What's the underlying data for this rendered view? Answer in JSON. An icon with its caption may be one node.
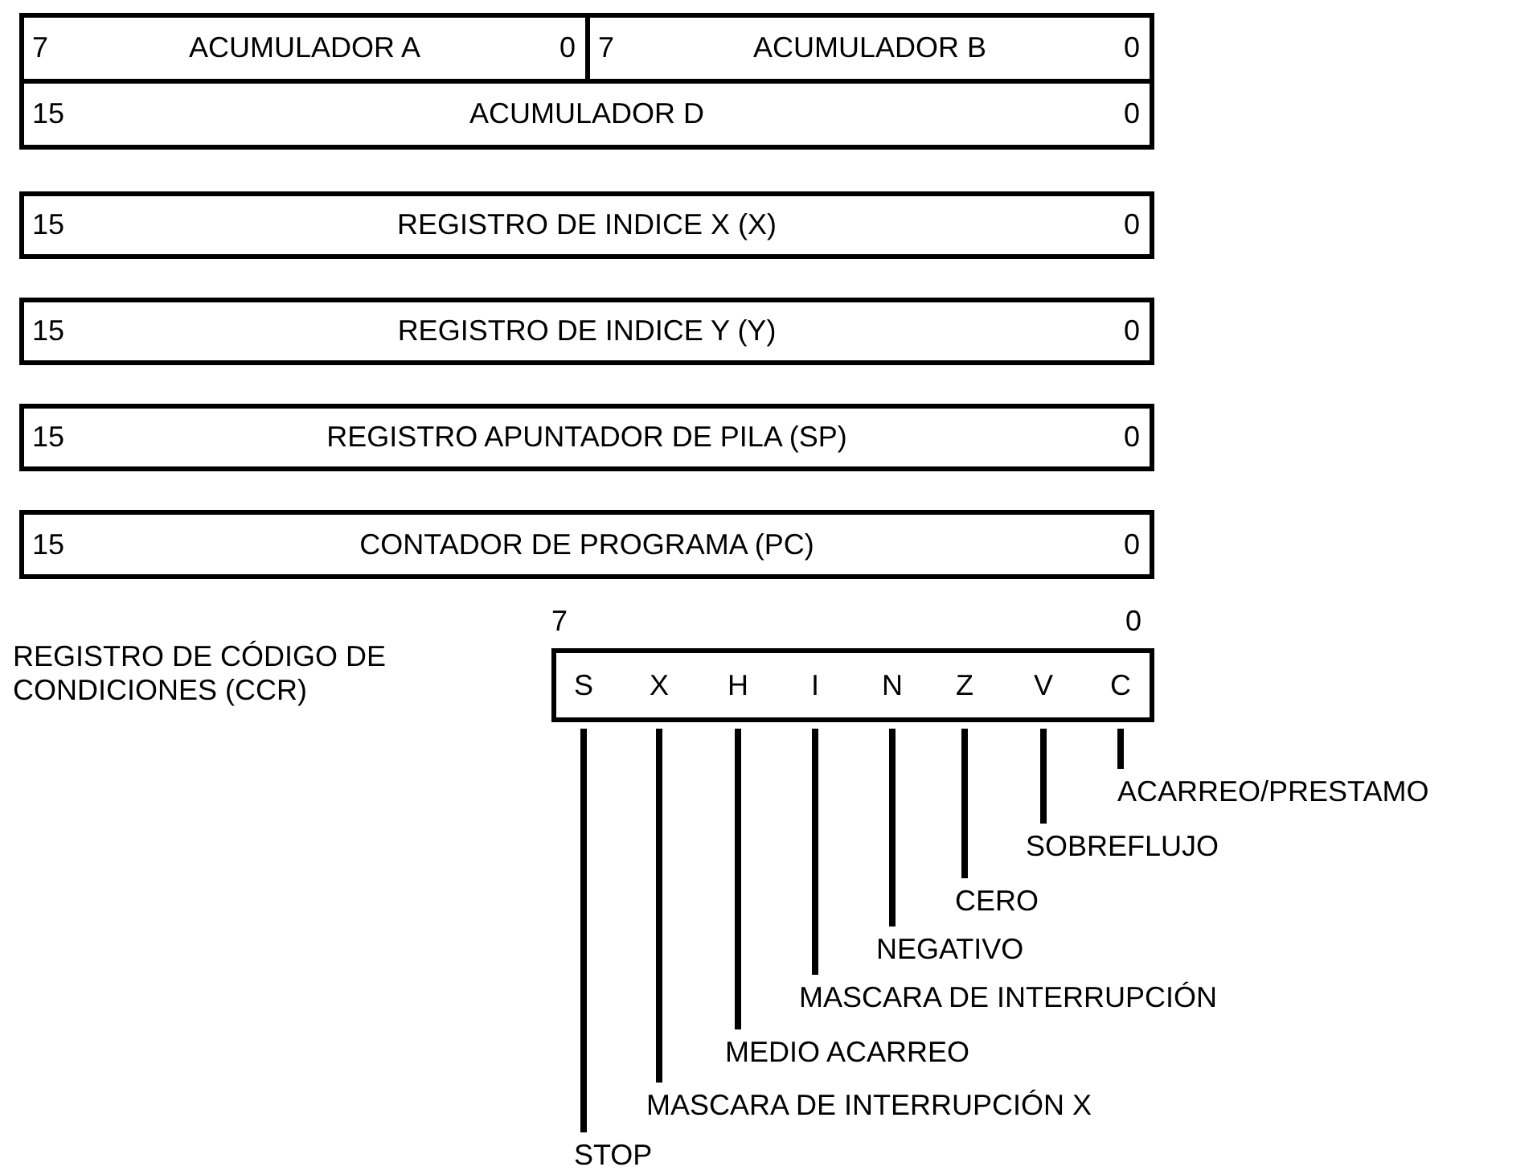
{
  "diagram": {
    "nodes": [
      {
        "text": [
          "7",
          "ACUMULADOR A",
          "0"
        ]
      },
      {
        "text": [
          "7",
          "ACUMULADOR B",
          "0"
        ]
      },
      {
        "text": [
          "15",
          "ACUMULADOR D",
          "0"
        ]
      },
      {
        "text": [
          "15",
          "REGISTRO DE INDICE X (X)",
          "0"
        ]
      },
      {
        "text": [
          "15",
          "REGISTRO DE INDICE Y (Y)",
          "0"
        ]
      },
      {
        "text": [
          "15",
          "REGISTRO APUNTADOR DE PILA (SP)",
          "0"
        ]
      },
      {
        "text": [
          "15",
          "CONTADOR DE PROGRAMA (PC)",
          "0"
        ]
      },
      {
        "text": [],
        "shape": "box",
        "beside": [
          "7",
          "0"
        ]
      },
      {
        "text": [
          "S"
        ],
        "in": 7
      },
      {
        "text": [
          "X"
        ],
        "in": 7
      },
      {
        "text": [
          "H"
        ],
        "in": 7
      },
      {
        "text": [
          "I"
        ],
        "in": 7
      },
      {
        "text": [
          "N"
        ],
        "in": 7
      },
      {
        "text": [
          "Z"
        ],
        "in": 7
      },
      {
        "text": [
          "V"
        ],
        "in": 7
      },
      {
        "text": [
          "C"
        ],
        "in": 7
      },
      {
        "text": [
          "ACARREO/PRESTAMO"
        ]
      },
      {
        "text": [
          "SOBREFLUJO"
        ]
      },
      {
        "text": [
          "CERO"
        ]
      },
      {
        "text": [
          "NEGATIVO"
        ]
      },
      {
        "text": [
          "MASCARA DE INTERRUPCIÓN"
        ]
      },
      {
        "text": [
          "MEDIO ACARREO"
        ]
      },
      {
        "text": [
          "MASCARA DE INTERRUPCIÓN X"
        ]
      },
      {
        "text": [
          "STOP"
        ]
      }
    ],
    "edges": [
      {
        "from": 16,
        "to": 15,
        "arrow": "none"
      },
      {
        "from": 17,
        "to": 14,
        "arrow": "none"
      },
      {
        "from": 18,
        "to": 13,
        "arrow": "none"
      },
      {
        "from": 19,
        "to": 12,
        "arrow": "none"
      },
      {
        "from": 20,
        "to": 11,
        "arrow": "none"
      },
      {
        "from": 21,
        "to": 10,
        "arrow": "none"
      },
      {
        "from": 22,
        "to": 9,
        "arrow": "none"
      },
      {
        "from": 23,
        "to": 8,
        "arrow": "none"
      }
    ],
    "labels": [
      "REGISTRO DE CÓDIGO DE CONDICIONES (CCR)"
    ]
  }
}
